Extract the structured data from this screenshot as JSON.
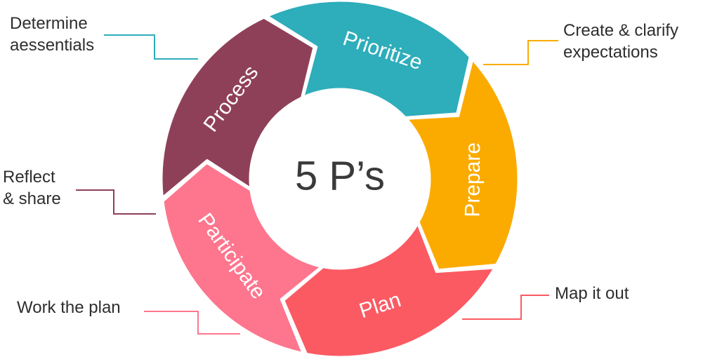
{
  "center_title": "5 P’s",
  "segments": [
    {
      "label": "Prioritize",
      "color": "#2eadba",
      "note": "Determine\naessentials"
    },
    {
      "label": "Prepare",
      "color": "#fbab00",
      "note": "Create & clarify\nexpectations"
    },
    {
      "label": "Plan",
      "color": "#fb5a63",
      "note": "Map it out"
    },
    {
      "label": "Participate",
      "color": "#fd768e",
      "note": "Work the plan"
    },
    {
      "label": "Process",
      "color": "#8f4059",
      "note": "Reflect\n& share"
    }
  ]
}
